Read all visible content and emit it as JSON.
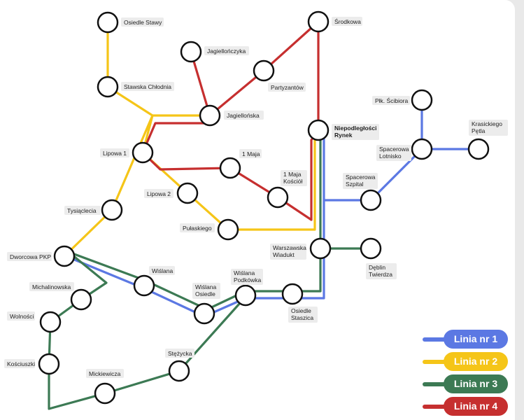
{
  "lines": [
    {
      "id": "l1",
      "label": "Linia nr 1",
      "color": "#5b78e3"
    },
    {
      "id": "l2",
      "label": "Linia nr 2",
      "color": "#f5c518"
    },
    {
      "id": "l3",
      "label": "Linia nr 3",
      "color": "#3c7a54"
    },
    {
      "id": "l4",
      "label": "Linia nr 4",
      "color": "#c62f2f"
    }
  ],
  "stops": {
    "osiedle_stawy": "Osiedle Stawy",
    "stawska_chlodnia": "Stawska Chłodnia",
    "jagiellonczyka": "Jagiellończyka",
    "jagiellonska": "Jagiellońska",
    "partyzantow": "Partyzantów",
    "srodkowa": "Środkowa",
    "niepodleglosci_1": "Niepodległości",
    "niepodleglosci_2": "Rynek",
    "plk_scibiora": "Płk. Ścibiora",
    "krasickiego_1": "Krasickiego",
    "krasickiego_2": "Pętla",
    "spacerowa_lot_1": "Spacerowa",
    "spacerowa_lot_2": "Lotnisko",
    "lipowa1": "Lipowa 1",
    "maja1": "1 Maja",
    "maja_kosciol_1": "1 Maja",
    "maja_kosciol_2": "Kościół",
    "lipowa2": "Lipowa 2",
    "spacerowa_sz_1": "Spacerowa",
    "spacerowa_sz_2": "Szpital",
    "tysiaclecia": "Tysiąclecia",
    "pulaskiego": "Pułaskiego",
    "warszawska_1": "Warszawska",
    "warszawska_2": "Wiadukt",
    "deblin_1": "Dęblin",
    "deblin_2": "Twierdza",
    "dworcowa": "Dworcowa PKP",
    "wislana": "Wiślana",
    "michalinowska": "Michalinowska",
    "wislana_pod_1": "Wiślana",
    "wislana_pod_2": "Podkówka",
    "wislana_os_1": "Wiślana",
    "wislana_os_2": "Osiedle",
    "osiedle_staszica_1": "Osiedle",
    "osiedle_staszica_2": "Staszica",
    "wolnosci": "Wolności",
    "kosciuszki": "Kościuszki",
    "stezycka": "Stężycka",
    "mickiewicza": "Mickiewicza"
  }
}
